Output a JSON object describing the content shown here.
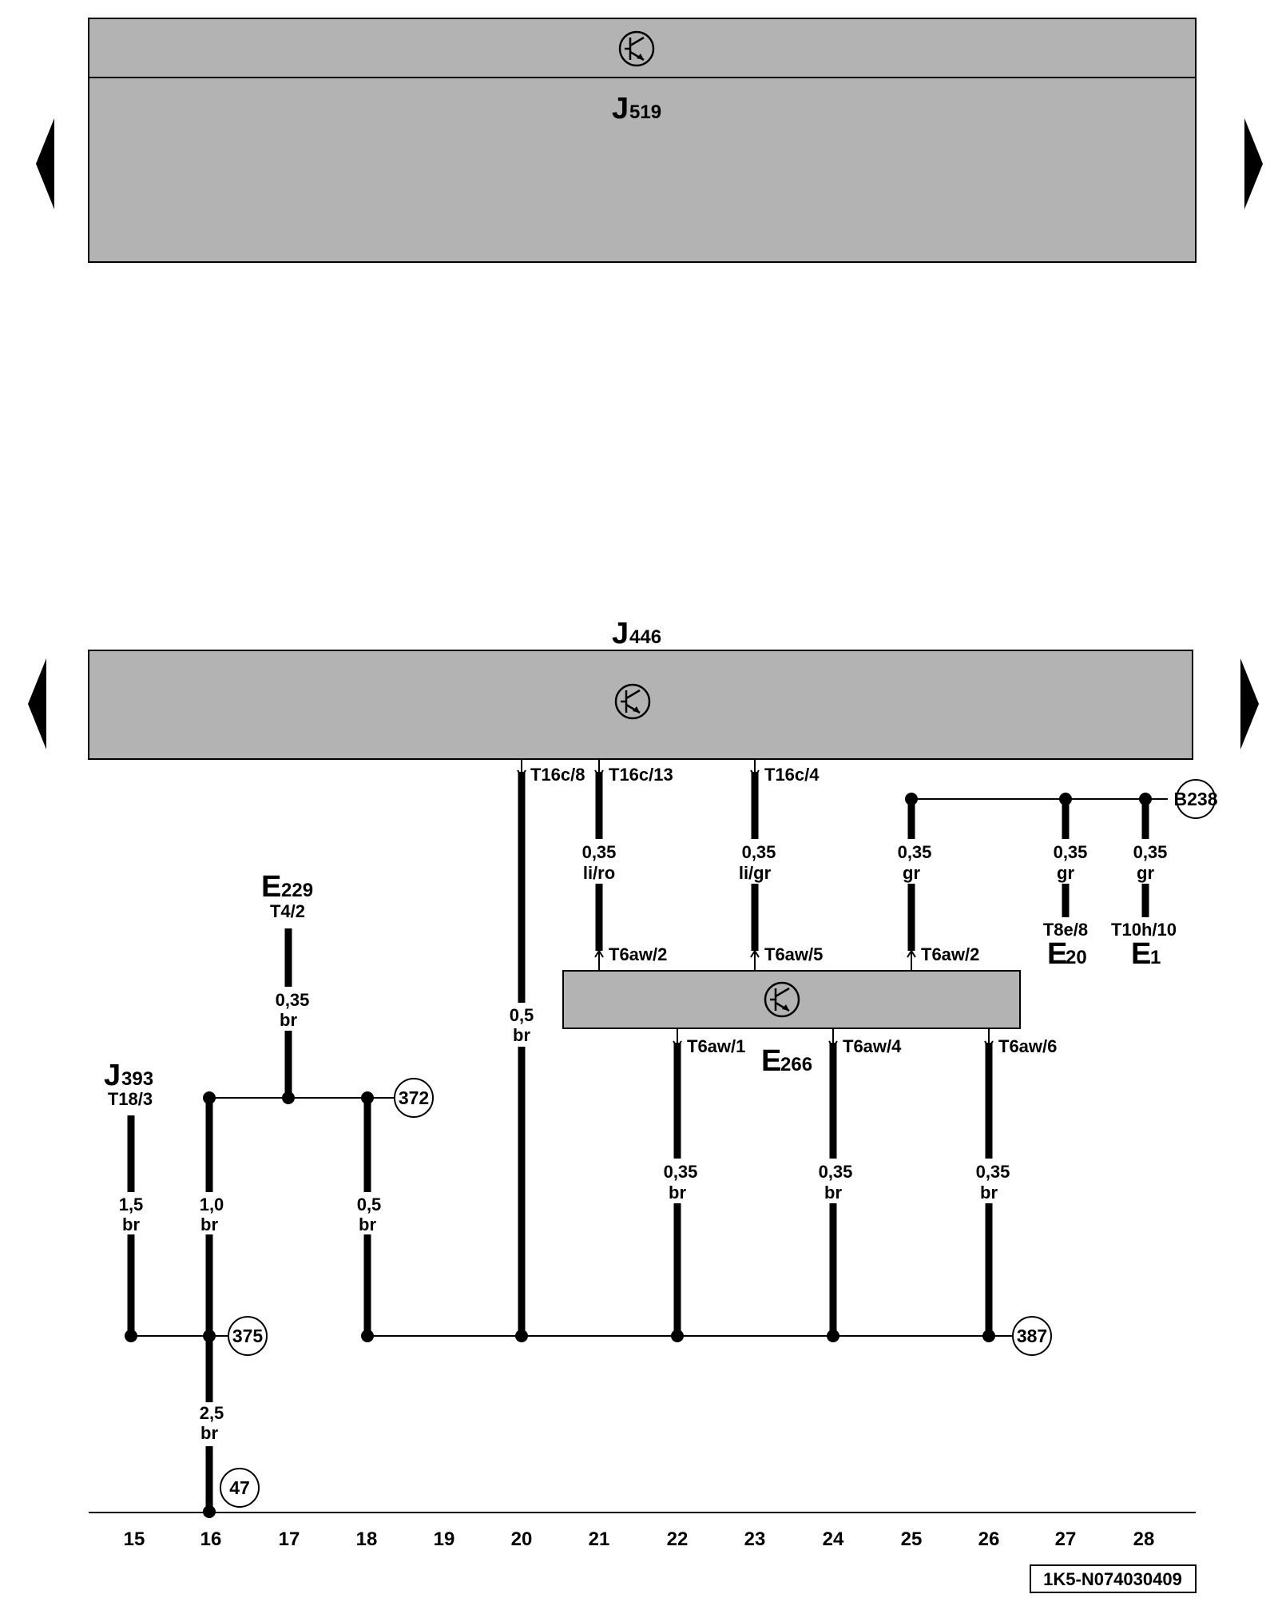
{
  "components": {
    "j519": {
      "letter": "J",
      "number": "519"
    },
    "j446": {
      "letter": "J",
      "number": "446"
    },
    "e266": {
      "letter": "E",
      "number": "266"
    },
    "e229": {
      "letter": "E",
      "number": "229",
      "pin": "T4/2"
    },
    "j393": {
      "letter": "J",
      "number": "393",
      "pin": "T18/3"
    },
    "e20": {
      "letter": "E",
      "number": "20",
      "pin": "T8e/8"
    },
    "e1": {
      "letter": "E",
      "number": "1",
      "pin": "T10h/10"
    }
  },
  "connectors": {
    "t16c8": "T16c/8",
    "t16c13": "T16c/13",
    "t16c4": "T16c/4",
    "t6aw2_a": "T6aw/2",
    "t6aw5": "T6aw/5",
    "t6aw2_b": "T6aw/2",
    "t6aw1": "T6aw/1",
    "t6aw4": "T6aw/4",
    "t6aw6": "T6aw/6"
  },
  "wires": {
    "w20": {
      "size": "0,5",
      "color": "br"
    },
    "w21": {
      "size": "0,35",
      "color": "li/ro"
    },
    "w23": {
      "size": "0,35",
      "color": "li/gr"
    },
    "w25": {
      "size": "0,35",
      "color": "gr"
    },
    "w27": {
      "size": "0,35",
      "color": "gr"
    },
    "w28": {
      "size": "0,35",
      "color": "gr"
    },
    "w17": {
      "size": "0,35",
      "color": "br"
    },
    "w15": {
      "size": "1,5",
      "color": "br"
    },
    "w16": {
      "size": "1,0",
      "color": "br"
    },
    "w18": {
      "size": "0,5",
      "color": "br"
    },
    "w22": {
      "size": "0,35",
      "color": "br"
    },
    "w24": {
      "size": "0,35",
      "color": "br"
    },
    "w26": {
      "size": "0,35",
      "color": "br"
    },
    "w16b": {
      "size": "2,5",
      "color": "br"
    }
  },
  "references": {
    "b238": "B238",
    "r372": "372",
    "r375": "375",
    "r387": "387",
    "r47": "47"
  },
  "columns": [
    "15",
    "16",
    "17",
    "18",
    "19",
    "20",
    "21",
    "22",
    "23",
    "24",
    "25",
    "26",
    "27",
    "28"
  ],
  "drawing_id": "1K5-N074030409",
  "colors": {
    "module_fill": "#b3b3b3",
    "line": "#000000",
    "background": "#ffffff"
  },
  "icons": [
    "triangle-left-icon",
    "triangle-right-icon",
    "transistor-symbol-icon"
  ]
}
